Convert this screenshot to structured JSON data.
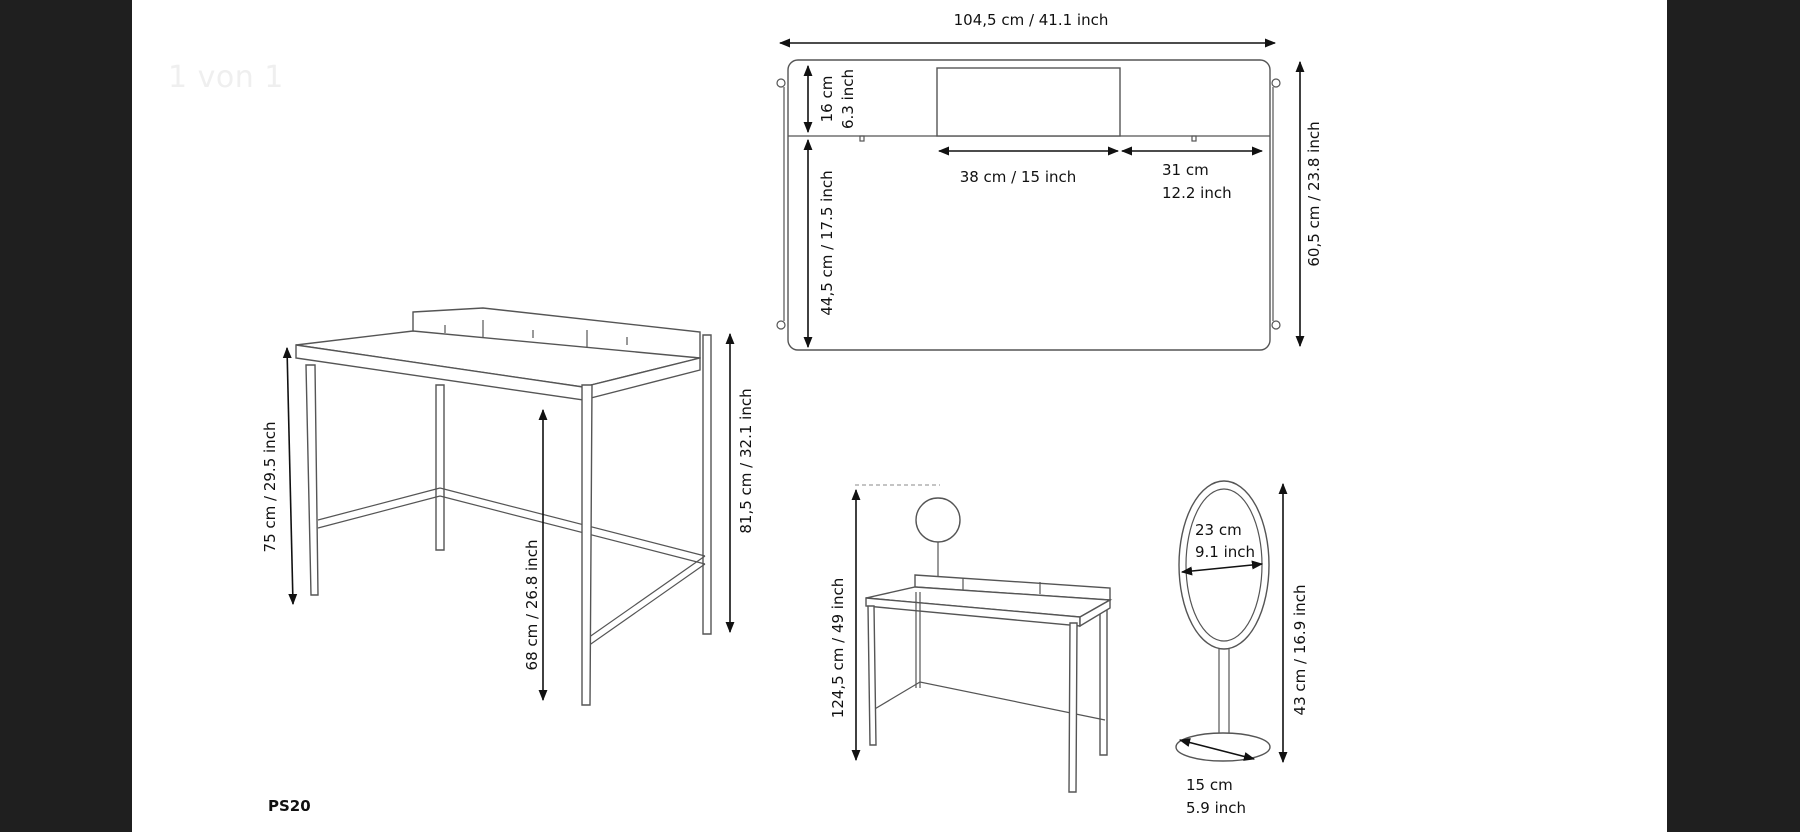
{
  "viewer": {
    "page_counter": "1 von 1"
  },
  "drawing": {
    "model": "PS20",
    "dimensions": {
      "top_width": "104,5 cm / 41.1 inch",
      "top_shelf_depth_cm": "16 cm",
      "top_shelf_depth_in": "6.3 inch",
      "top_desk_depth": "44,5 cm / 17.5 inch",
      "top_total_depth": "60,5 cm / 23.8 inch",
      "top_center_drawer": "38 cm / 15 inch",
      "top_side_drawer_cm": "31 cm",
      "top_side_drawer_in": "12.2 inch",
      "desk_height": "75 cm / 29.5 inch",
      "knee_height": "68 cm / 26.8 inch",
      "shelf_height": "81,5 cm / 32.1 inch",
      "mirror_total_height": "124,5 cm / 49 inch",
      "mirror_diameter_cm": "23 cm",
      "mirror_diameter_in": "9.1 inch",
      "mirror_height": "43 cm / 16.9 inch",
      "mirror_base_cm": "15 cm",
      "mirror_base_in": "5.9 inch"
    }
  },
  "colors": {
    "viewer_background": "#1f1f1f",
    "page": "#ffffff",
    "line": "#555555",
    "dimension": "#111111"
  }
}
